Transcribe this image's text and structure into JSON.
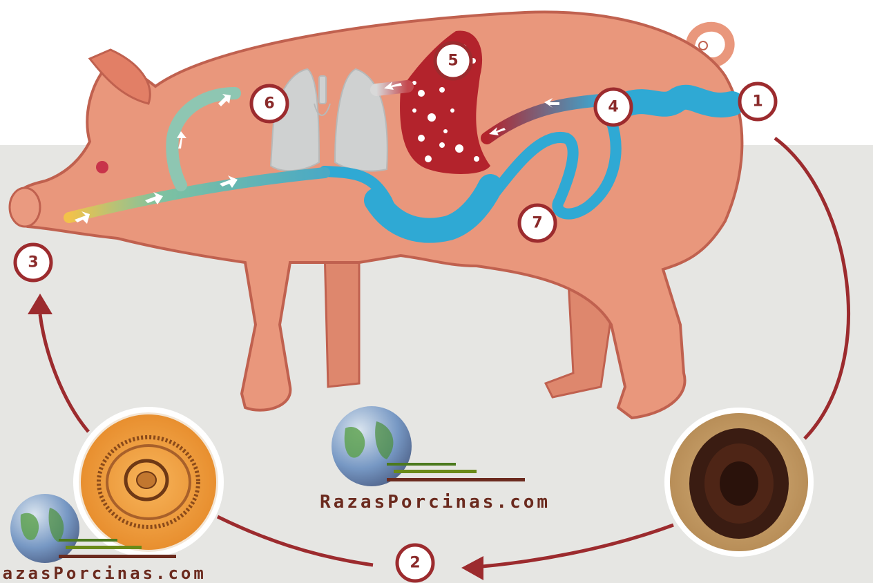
{
  "diagram": {
    "stages": [
      {
        "id": "1",
        "label": "1"
      },
      {
        "id": "2",
        "label": "2"
      },
      {
        "id": "3",
        "label": "3"
      },
      {
        "id": "4",
        "label": "4"
      },
      {
        "id": "5",
        "label": "5"
      },
      {
        "id": "6",
        "label": "6"
      },
      {
        "id": "7",
        "label": "7"
      }
    ],
    "watermark": {
      "text": "RazasPorcinas.com"
    }
  },
  "colors": {
    "ground": "#e6e6e3",
    "pig_body": "#e9977c",
    "pig_outline": "#c0614f",
    "intestine": "#2fa9d4",
    "liver": "#b3232c",
    "lungs": "#cfd1d1",
    "cycle_arrow": "#9c2b2e",
    "egg_orange": "#f0a040",
    "egg_dark": "#3a1c12",
    "egg_dark_bg": "#c8a06a"
  }
}
